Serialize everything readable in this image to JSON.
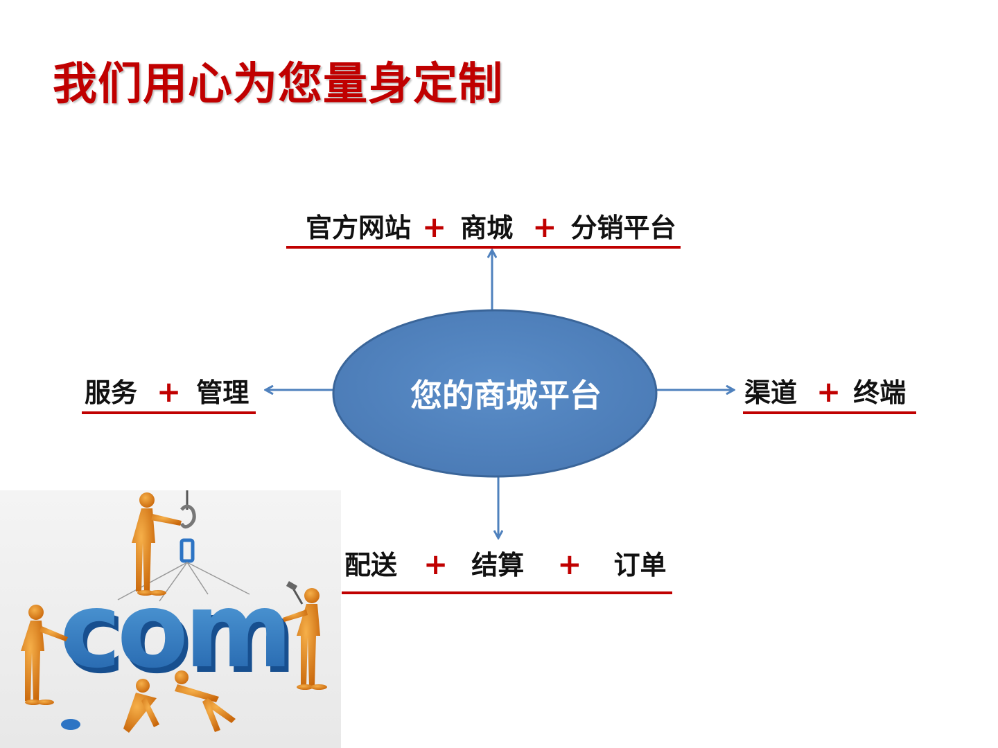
{
  "title": "我们用心为您量身定制",
  "center": "您的商城平台",
  "top": {
    "item1": "官方网站",
    "plus1": "+",
    "item2": "商城",
    "plus2": "+",
    "item3": "分销平台"
  },
  "left": {
    "item1": "服务",
    "plus1": "+",
    "item2": "管理"
  },
  "right": {
    "item1": "渠道",
    "plus1": "+",
    "item2": "终端"
  },
  "bottom": {
    "item1": "配送",
    "plus1": "+",
    "item2": "结算",
    "plus2": "+",
    "item3": "订单"
  },
  "illustration": {
    "letters": "com"
  },
  "colors": {
    "title": "#c00000",
    "accent": "#c00000",
    "ellipse": "#4f81bd",
    "arrow": "#4f81bd",
    "figure": "#e88a1a"
  }
}
